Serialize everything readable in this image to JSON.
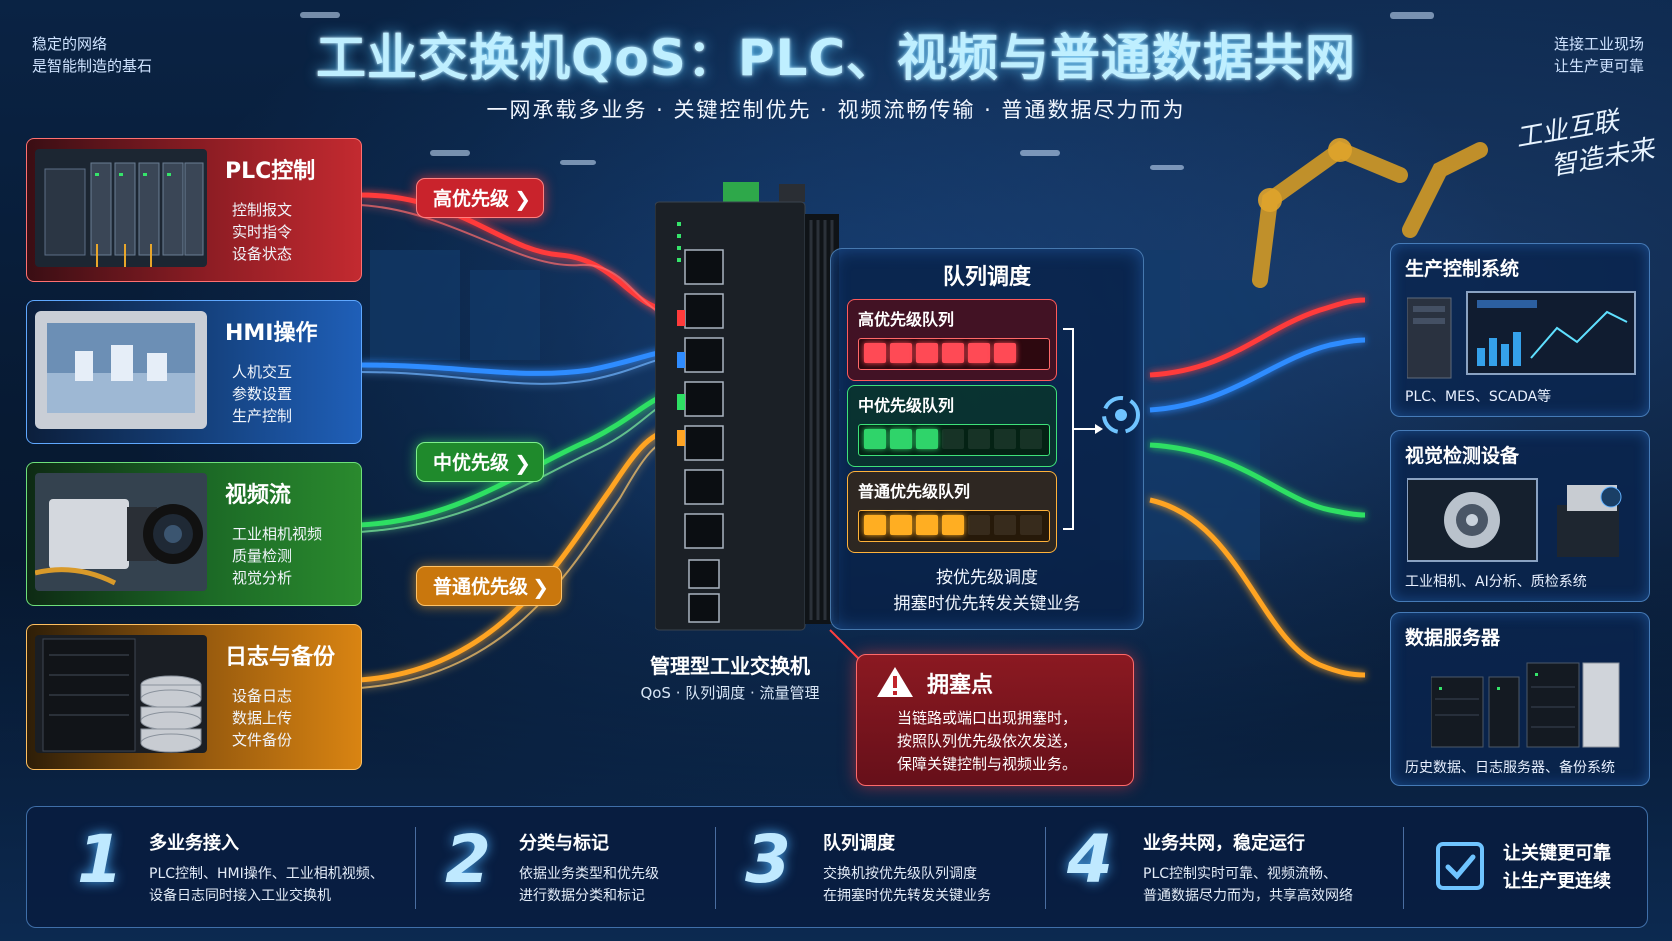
{
  "header": {
    "title": "工业交换机QoS：PLC、视频与普通数据共网",
    "subtitle": "一网承载多业务 · 关键控制优先 · 视频流畅传输 · 普通数据尽力而为",
    "left_note": [
      "稳定的网络",
      "是智能制造的基石"
    ],
    "right_note": [
      "连接工业现场",
      "让生产更可靠"
    ],
    "slogan": [
      "工业互联",
      "智造未来"
    ]
  },
  "sources": [
    {
      "title": "PLC控制",
      "lines": [
        "控制报文",
        "实时指令",
        "设备状态"
      ],
      "color": "#c8282e"
    },
    {
      "title": "HMI操作",
      "lines": [
        "人机交互",
        "参数设置",
        "生产控制"
      ],
      "color": "#1f5fb8"
    },
    {
      "title": "视频流",
      "lines": [
        "工业相机视频",
        "质量检测",
        "视觉分析"
      ],
      "color": "#2a8a2e"
    },
    {
      "title": "日志与备份",
      "lines": [
        "设备日志",
        "数据上传",
        "文件备份"
      ],
      "color": "#d98412"
    }
  ],
  "badges": {
    "high": "高优先级",
    "mid": "中优先级",
    "normal": "普通优先级"
  },
  "switch": {
    "title": "管理型工业交换机",
    "subtitle": "QoS · 队列调度 · 流量管理"
  },
  "queue_panel": {
    "title": "队列调度",
    "queues": [
      {
        "name": "高优先级队列",
        "filled": 6,
        "total": 6,
        "color": "#ff4a55"
      },
      {
        "name": "中优先级队列",
        "filled": 3,
        "total": 7,
        "color": "#2fd46a"
      },
      {
        "name": "普通优先级队列",
        "filled": 4,
        "total": 7,
        "color": "#ffae22"
      }
    ],
    "caption": [
      "按优先级调度",
      "拥塞时优先转发关键业务"
    ]
  },
  "congestion": {
    "title": "拥塞点",
    "lines": [
      "当链路或端口出现拥塞时，",
      "按照队列优先级依次发送，",
      "保障关键控制与视频业务。"
    ]
  },
  "destinations": [
    {
      "title": "生产控制系统",
      "sub": "PLC、MES、SCADA等"
    },
    {
      "title": "视觉检测设备",
      "sub": "工业相机、AI分析、质检系统"
    },
    {
      "title": "数据服务器",
      "sub": "历史数据、日志服务器、备份系统"
    }
  ],
  "steps": [
    {
      "num": "1",
      "title": "多业务接入",
      "lines": [
        "PLC控制、HMI操作、工业相机视频、",
        "设备日志同时接入工业交换机"
      ]
    },
    {
      "num": "2",
      "title": "分类与标记",
      "lines": [
        "依据业务类型和优先级",
        "进行数据分类和标记"
      ]
    },
    {
      "num": "3",
      "title": "队列调度",
      "lines": [
        "交换机按优先级队列调度",
        "在拥塞时优先转发关键业务"
      ]
    },
    {
      "num": "4",
      "title": "业务共网，稳定运行",
      "lines": [
        "PLC控制实时可靠、视频流畅、",
        "普通数据尽力而为，共享高效网络"
      ]
    }
  ],
  "final": [
    "让关键更可靠",
    "让生产更连续"
  ]
}
